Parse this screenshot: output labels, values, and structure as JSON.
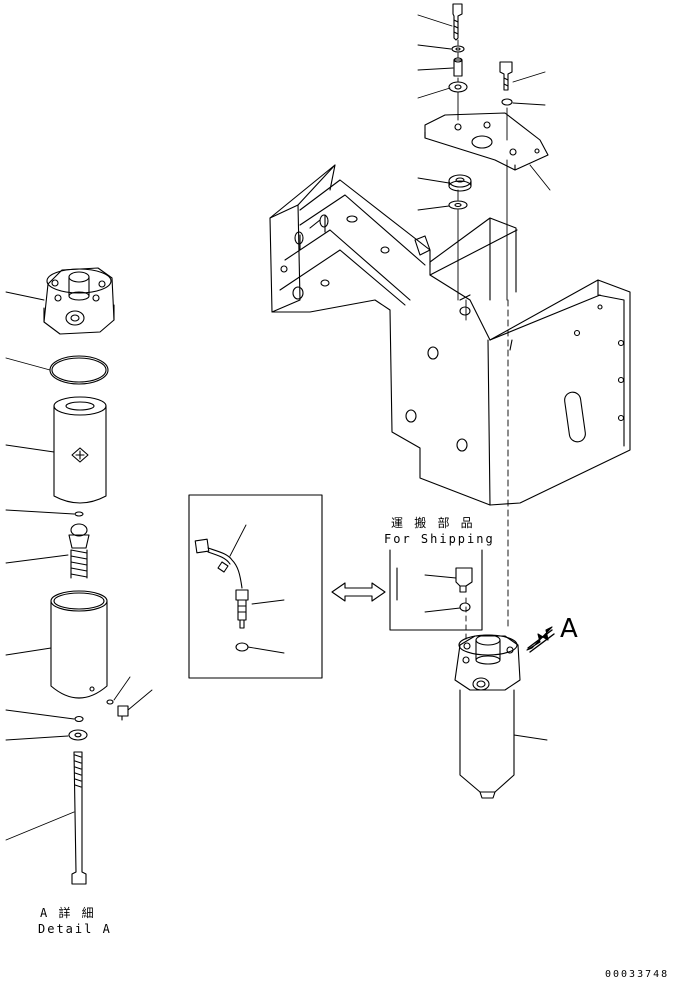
{
  "labels": {
    "shipping_jp": "運 搬 部 品",
    "shipping_en": "For Shipping",
    "view_letter": "A",
    "detail_jp": "A 詳 細",
    "detail_en": "Detail A",
    "drawing_number": "00033748"
  },
  "colors": {
    "ink": "#000000",
    "paper": "#ffffff"
  }
}
